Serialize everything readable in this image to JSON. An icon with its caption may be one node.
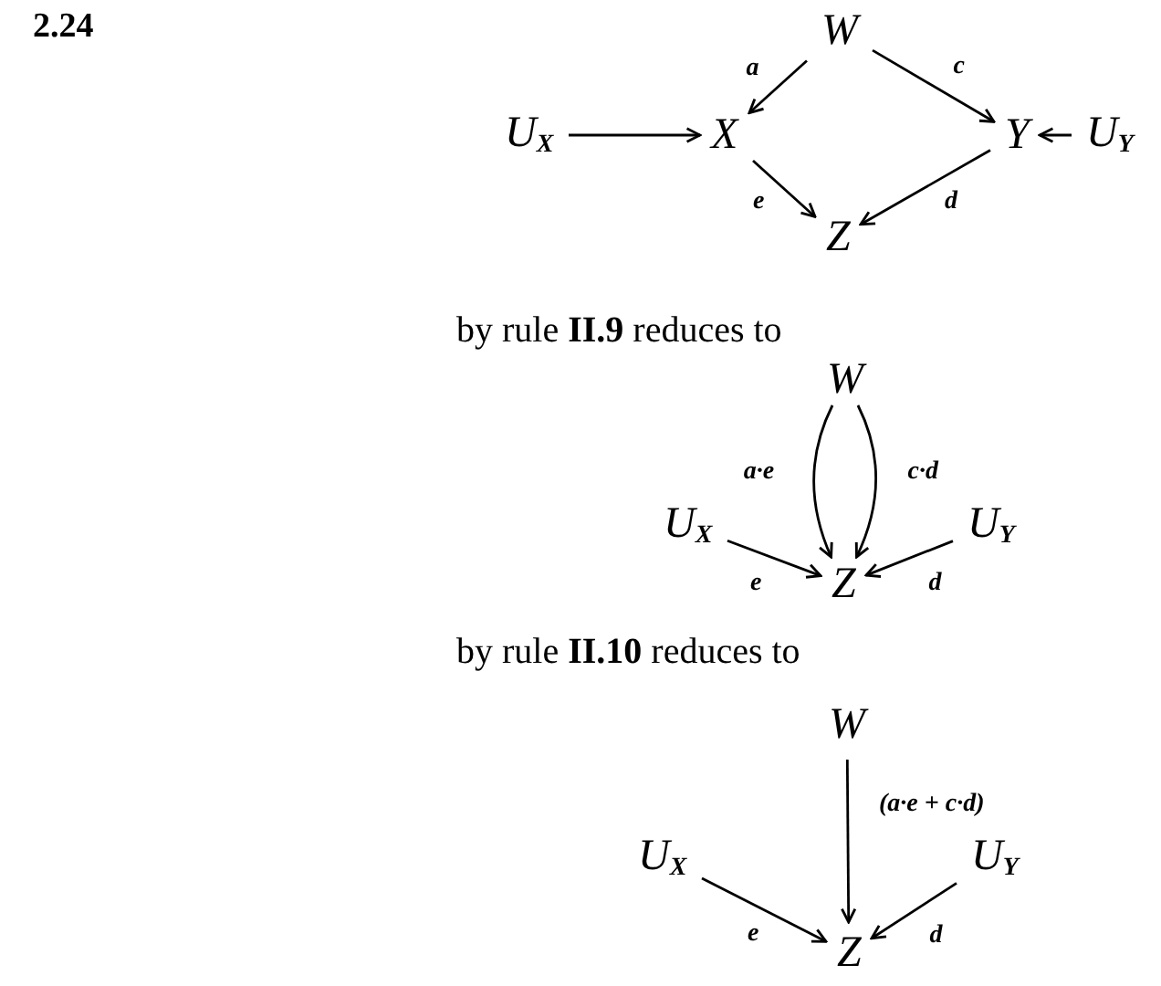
{
  "diagram": {
    "title": "2.24",
    "nodes": [
      {
        "text": [
          "W"
        ]
      },
      {
        "text": [
          "U$_{X}$"
        ]
      },
      {
        "text": [
          "X"
        ]
      },
      {
        "text": [
          "Y"
        ]
      },
      {
        "text": [
          "U$_{Y}$"
        ]
      },
      {
        "text": [
          "Z"
        ]
      },
      {
        "text": [
          "W"
        ]
      },
      {
        "text": [
          "U$_{X}$"
        ]
      },
      {
        "text": [
          "U$_{Y}$"
        ]
      },
      {
        "text": [
          "Z"
        ]
      },
      {
        "text": [
          "W"
        ]
      },
      {
        "text": [
          "U$_{X}$"
        ]
      },
      {
        "text": [
          "U$_{Y}$"
        ]
      },
      {
        "text": [
          "Z"
        ]
      }
    ],
    "edges": [
      {
        "from": 0,
        "to": 2,
        "arrow": "to",
        "label": "a"
      },
      {
        "from": 0,
        "to": 3,
        "arrow": "to",
        "label": "c"
      },
      {
        "from": 1,
        "to": 2,
        "arrow": "to"
      },
      {
        "from": 4,
        "to": 3,
        "arrow": "to"
      },
      {
        "from": 2,
        "to": 5,
        "arrow": "to",
        "label": "e"
      },
      {
        "from": 3,
        "to": 5,
        "arrow": "to",
        "label": "d"
      },
      {
        "from": 6,
        "to": 9,
        "arrow": "to",
        "label": "a·e"
      },
      {
        "from": 6,
        "to": 9,
        "arrow": "to",
        "label": "c·d"
      },
      {
        "from": 7,
        "to": 9,
        "arrow": "to",
        "label": "e"
      },
      {
        "from": 8,
        "to": 9,
        "arrow": "to",
        "label": "d"
      },
      {
        "from": 10,
        "to": 13,
        "arrow": "to",
        "label": "(a·e + c·d)"
      },
      {
        "from": 11,
        "to": 13,
        "arrow": "to",
        "label": "e"
      },
      {
        "from": 12,
        "to": 13,
        "arrow": "to",
        "label": "d"
      }
    ],
    "labels": [
      "by rule **II.9** reduces to",
      "by rule **II.10** reduces to"
    ]
  }
}
